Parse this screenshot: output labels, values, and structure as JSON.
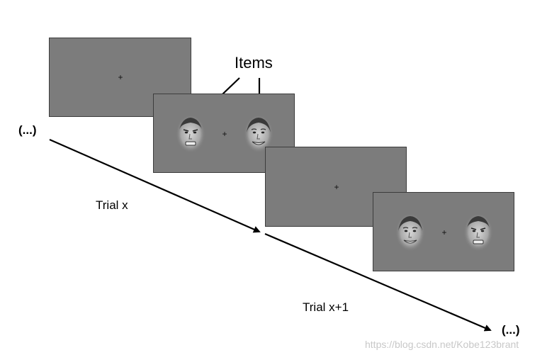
{
  "labels": {
    "items": "Items",
    "trial_x": "Trial x",
    "trial_x1": "Trial x+1",
    "ellipsis_start": "(...)",
    "ellipsis_end": "(...)",
    "fixation": "+"
  },
  "watermark": "https://blog.csdn.net/Kobe123brant",
  "colors": {
    "screen_fill": "#7c7c7c",
    "screen_border": "#3c3c3c",
    "arrow": "#000000"
  },
  "screens": [
    {
      "name": "fixation-screen-1",
      "content": "fixation"
    },
    {
      "name": "faces-screen-1",
      "content": "faces",
      "left_face": "angry",
      "right_face": "happy"
    },
    {
      "name": "fixation-screen-2",
      "content": "fixation"
    },
    {
      "name": "faces-screen-2",
      "content": "faces",
      "left_face": "happy",
      "right_face": "angry"
    }
  ]
}
